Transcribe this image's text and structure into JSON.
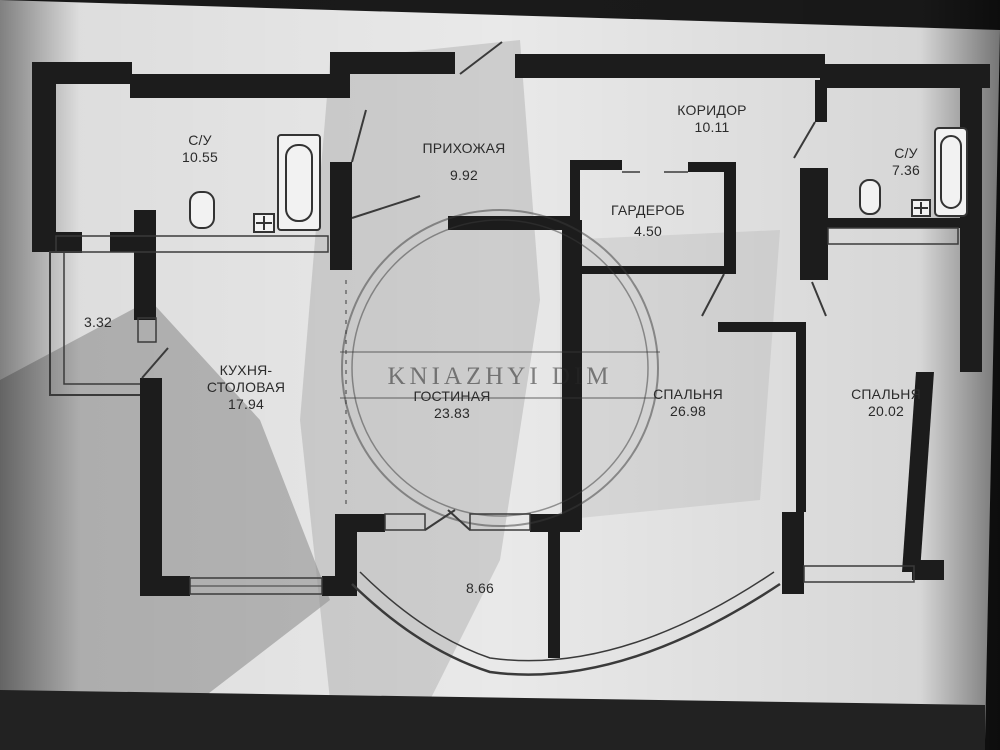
{
  "plan": {
    "rooms": [
      {
        "id": "bath1",
        "name": "С/У",
        "area": "10.55"
      },
      {
        "id": "hall",
        "name": "ПРИХОЖАЯ",
        "area": "9.92"
      },
      {
        "id": "corridor",
        "name": "КОРИДОР",
        "area": "10.11"
      },
      {
        "id": "bath2",
        "name": "С/У",
        "area": "7.36"
      },
      {
        "id": "wardrobe",
        "name": "ГАРДЕРОБ",
        "area": "4.50"
      },
      {
        "id": "balcony",
        "name": "",
        "area": "3.32"
      },
      {
        "id": "kitchen",
        "name": "КУХНЯ-",
        "name2": "СТОЛОВАЯ",
        "area": "17.94"
      },
      {
        "id": "living",
        "name": "ГОСТИНАЯ",
        "area": "23.83"
      },
      {
        "id": "bedroom1",
        "name": "СПАЛЬНЯ",
        "area": "26.98"
      },
      {
        "id": "bedroom2",
        "name": "СПАЛЬНЯ",
        "area": "20.02"
      },
      {
        "id": "loggia",
        "name": "",
        "area": "8.66"
      }
    ],
    "watermark": "KNIAZHYI DIM",
    "colors": {
      "wall": "#1c1c1c",
      "paper": "#ededed",
      "shadow": "#7a7a7a",
      "line": "#3a3a3a"
    }
  }
}
